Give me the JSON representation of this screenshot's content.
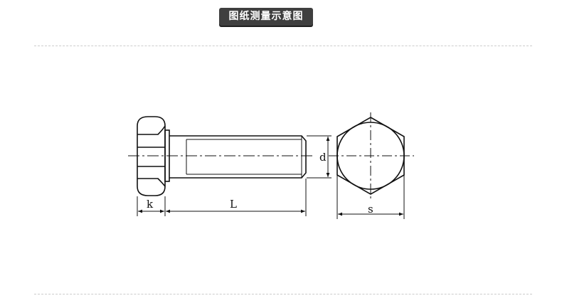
{
  "header": {
    "title": "图纸测量示意图"
  },
  "dimensions": {
    "k": "k",
    "L": "L",
    "d": "d",
    "s": "s"
  },
  "colors": {
    "badge_bg": "#3f3f3f",
    "line": "#111111",
    "divider": "#cccccc"
  }
}
